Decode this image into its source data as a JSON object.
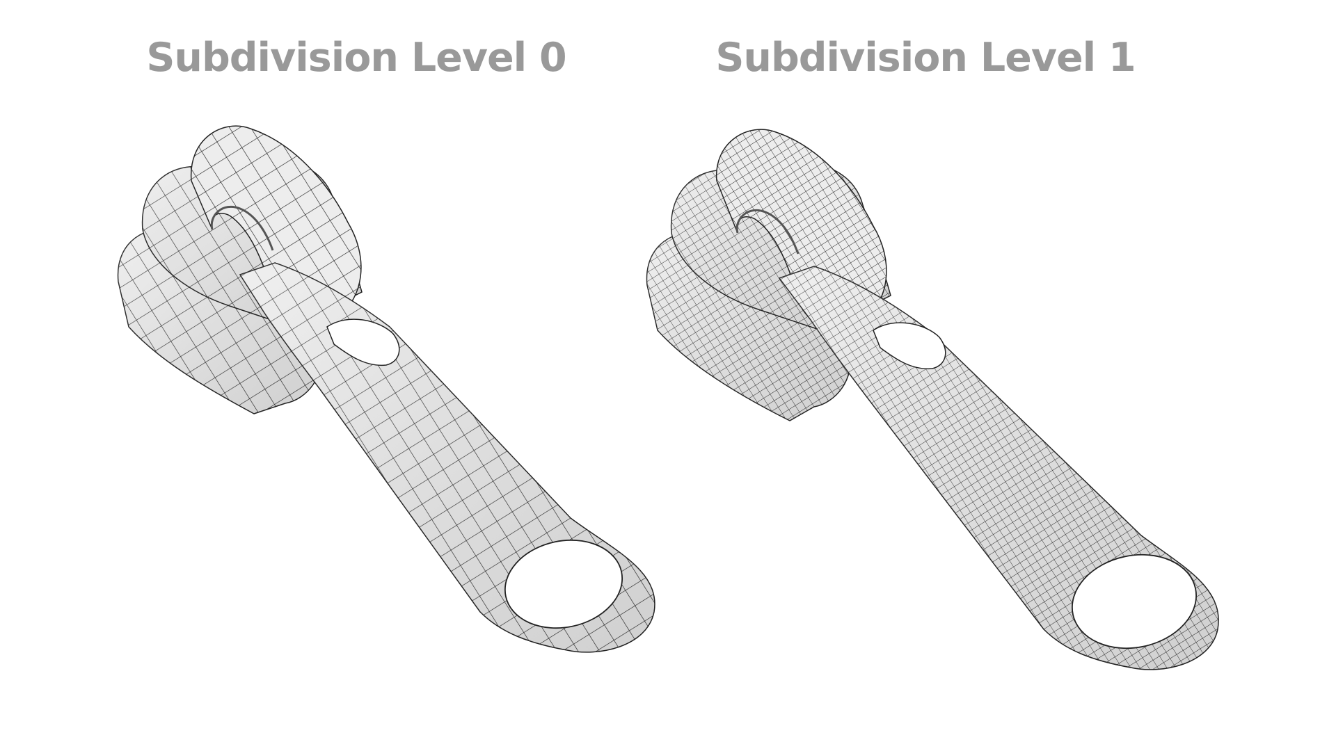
{
  "panels": [
    {
      "title": "Subdivision Level 0",
      "subject": "zipper-pull-wireframe-low-poly",
      "mesh_density": "coarse"
    },
    {
      "title": "Subdivision Level 1",
      "subject": "zipper-pull-wireframe-subdivided",
      "mesh_density": "fine"
    }
  ],
  "colors": {
    "background": "#ffffff",
    "title": "#999999",
    "surface": "#ececec",
    "surface_shadow": "#cfcfcf",
    "wire": "#1a1a1a"
  }
}
